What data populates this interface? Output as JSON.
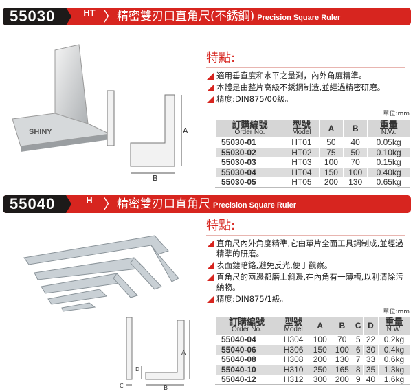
{
  "sections": [
    {
      "code": "55030",
      "series": "HT",
      "title_cn": "精密雙刃口直角尺(不銹鋼)",
      "title_en": "Precision Square Ruler",
      "features_title": "特點:",
      "features": [
        "適用垂直度和水平之量測，內外角度精準。",
        "本體是由整片高級不銹鋼制造,並經過精密研磨。",
        "精度:DIN875/00級。"
      ],
      "unit": "單位:mm",
      "headers": {
        "order_cn": "訂購編號",
        "order_en": "Order No.",
        "model_cn": "型號",
        "model_en": "Model",
        "a": "A",
        "b": "B",
        "w_cn": "重量",
        "w_en": "N.W."
      },
      "rows": [
        [
          "55030-01",
          "HT01",
          "50",
          "40",
          "0.05kg"
        ],
        [
          "55030-02",
          "HT02",
          "75",
          "50",
          "0.10kg"
        ],
        [
          "55030-03",
          "HT03",
          "100",
          "70",
          "0.15kg"
        ],
        [
          "55030-04",
          "HT04",
          "150",
          "100",
          "0.40kg"
        ],
        [
          "55030-05",
          "HT05",
          "200",
          "130",
          "0.65kg"
        ]
      ],
      "diagram_labels": {
        "a": "A",
        "b": "B"
      },
      "logo": "SHINY"
    },
    {
      "code": "55040",
      "series": "H",
      "title_cn": "精密雙刃口直角尺",
      "title_en": "Precision Square Ruler",
      "features_title": "特點:",
      "features": [
        "直角尺內外角度精準,它由單片全面工具鋼制成,並經過精準的研磨。",
        "表面鍍暗鉻,避免反光,便于觀察。",
        "直角尺的兩邊都磨上斜邊,在內角有一薄槽,以利清除污納物。",
        "精度:DIN875/1級。"
      ],
      "unit": "單位:mm",
      "headers": {
        "order_cn": "訂購編號",
        "order_en": "Order No.",
        "model_cn": "型號",
        "model_en": "Model",
        "a": "A",
        "b": "B",
        "c": "C",
        "d": "D",
        "w_cn": "重量",
        "w_en": "N.W."
      },
      "rows": [
        [
          "55040-04",
          "H304",
          "100",
          "70",
          "5",
          "22",
          "0.2kg"
        ],
        [
          "55040-06",
          "H306",
          "150",
          "100",
          "6",
          "30",
          "0.4kg"
        ],
        [
          "55040-08",
          "H308",
          "200",
          "130",
          "7",
          "33",
          "0.6kg"
        ],
        [
          "55040-10",
          "H310",
          "250",
          "165",
          "8",
          "35",
          "1.3kg"
        ],
        [
          "55040-12",
          "H312",
          "300",
          "200",
          "9",
          "40",
          "1.6kg"
        ]
      ],
      "diagram_labels": {
        "a": "A",
        "b": "B",
        "c": "C",
        "d": "D"
      }
    }
  ]
}
